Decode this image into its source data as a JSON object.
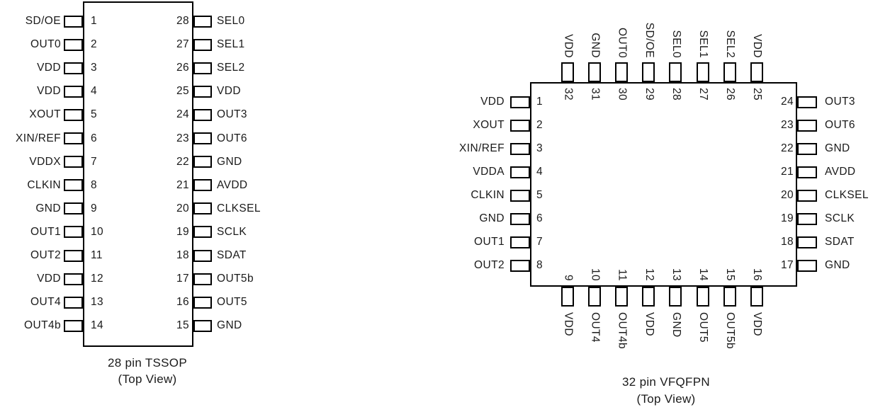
{
  "colors": {
    "line": "#000000",
    "text": "#1a1a1a",
    "background": "#ffffff"
  },
  "tssop": {
    "caption_line1": "28 pin TSSOP",
    "caption_line2": "(Top View)",
    "left_pins": [
      {
        "num": "1",
        "label": "SD/OE"
      },
      {
        "num": "2",
        "label": "OUT0"
      },
      {
        "num": "3",
        "label": "VDD"
      },
      {
        "num": "4",
        "label": "VDD"
      },
      {
        "num": "5",
        "label": "XOUT"
      },
      {
        "num": "6",
        "label": "XIN/REF"
      },
      {
        "num": "7",
        "label": "VDDX"
      },
      {
        "num": "8",
        "label": "CLKIN"
      },
      {
        "num": "9",
        "label": "GND"
      },
      {
        "num": "10",
        "label": "OUT1"
      },
      {
        "num": "11",
        "label": "OUT2"
      },
      {
        "num": "12",
        "label": "VDD"
      },
      {
        "num": "13",
        "label": "OUT4"
      },
      {
        "num": "14",
        "label": "OUT4b"
      }
    ],
    "right_pins": [
      {
        "num": "28",
        "label": "SEL0"
      },
      {
        "num": "27",
        "label": "SEL1"
      },
      {
        "num": "26",
        "label": "SEL2"
      },
      {
        "num": "25",
        "label": "VDD"
      },
      {
        "num": "24",
        "label": "OUT3"
      },
      {
        "num": "23",
        "label": "OUT6"
      },
      {
        "num": "22",
        "label": "GND"
      },
      {
        "num": "21",
        "label": "AVDD"
      },
      {
        "num": "20",
        "label": "CLKSEL"
      },
      {
        "num": "19",
        "label": "SCLK"
      },
      {
        "num": "18",
        "label": "SDAT"
      },
      {
        "num": "17",
        "label": "OUT5b"
      },
      {
        "num": "16",
        "label": "OUT5"
      },
      {
        "num": "15",
        "label": "GND"
      }
    ]
  },
  "vfqfpn": {
    "caption_line1": "32 pin VFQFPN",
    "caption_line2": "(Top View)",
    "left_pins": [
      {
        "num": "1",
        "label": "VDD"
      },
      {
        "num": "2",
        "label": "XOUT"
      },
      {
        "num": "3",
        "label": "XIN/REF"
      },
      {
        "num": "4",
        "label": "VDDA"
      },
      {
        "num": "5",
        "label": "CLKIN"
      },
      {
        "num": "6",
        "label": "GND"
      },
      {
        "num": "7",
        "label": "OUT1"
      },
      {
        "num": "8",
        "label": "OUT2"
      }
    ],
    "right_pins": [
      {
        "num": "24",
        "label": "OUT3"
      },
      {
        "num": "23",
        "label": "OUT6"
      },
      {
        "num": "22",
        "label": "GND"
      },
      {
        "num": "21",
        "label": "AVDD"
      },
      {
        "num": "20",
        "label": "CLKSEL"
      },
      {
        "num": "19",
        "label": "SCLK"
      },
      {
        "num": "18",
        "label": "SDAT"
      },
      {
        "num": "17",
        "label": "GND"
      }
    ],
    "top_pins": [
      {
        "num": "32",
        "label": "VDD"
      },
      {
        "num": "31",
        "label": "GND"
      },
      {
        "num": "30",
        "label": "OUT0"
      },
      {
        "num": "29",
        "label": "SD/OE"
      },
      {
        "num": "28",
        "label": "SEL0"
      },
      {
        "num": "27",
        "label": "SEL1"
      },
      {
        "num": "26",
        "label": "SEL2"
      },
      {
        "num": "25",
        "label": "VDD"
      }
    ],
    "bottom_pins": [
      {
        "num": "9",
        "label": "VDD"
      },
      {
        "num": "10",
        "label": "OUT4"
      },
      {
        "num": "11",
        "label": "OUT4b"
      },
      {
        "num": "12",
        "label": "VDD"
      },
      {
        "num": "13",
        "label": "GND"
      },
      {
        "num": "14",
        "label": "OUT5"
      },
      {
        "num": "15",
        "label": "OUT5b"
      },
      {
        "num": "16",
        "label": "VDD"
      }
    ]
  }
}
